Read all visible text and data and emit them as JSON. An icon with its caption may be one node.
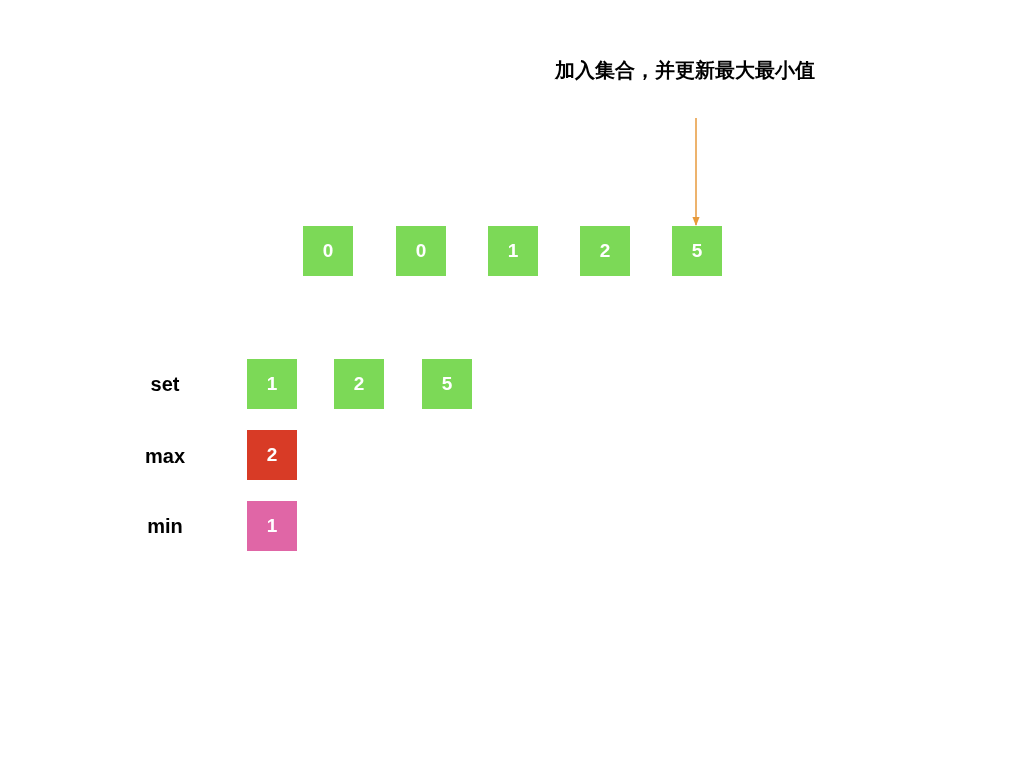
{
  "diagram": {
    "nodes": [
      {
        "text": [
          "0"
        ]
      },
      {
        "text": [
          "0"
        ]
      },
      {
        "text": [
          "1"
        ]
      },
      {
        "text": [
          "2"
        ]
      },
      {
        "text": [
          "5"
        ]
      },
      {
        "text": [
          "1"
        ]
      },
      {
        "text": [
          "2"
        ]
      },
      {
        "text": [
          "5"
        ]
      },
      {
        "text": [
          "2"
        ]
      },
      {
        "text": [
          "1"
        ]
      }
    ],
    "edges": [
      {
        "from": null,
        "to": 4,
        "arrow": "to"
      }
    ],
    "labels": [
      "加入集合，并更新最大最小值",
      "set",
      "max",
      "min"
    ]
  }
}
